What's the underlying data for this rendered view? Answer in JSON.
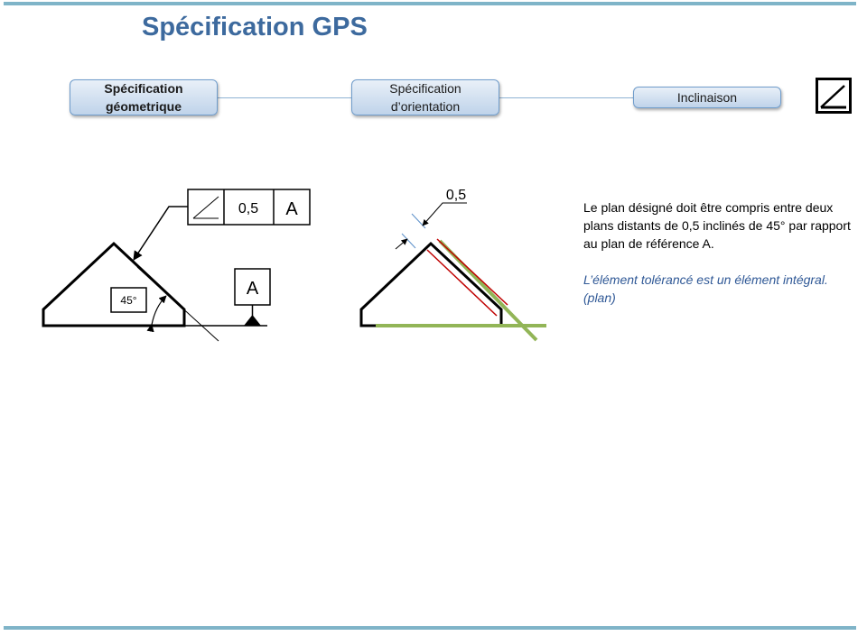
{
  "header": {
    "title": "Spécification GPS"
  },
  "flow": {
    "nodes": [
      {
        "label": "Spécification\ngéometrique"
      },
      {
        "label": "Spécification\nd’orientation"
      },
      {
        "label": "Inclinaison"
      }
    ],
    "symbol_icon": "angularity-icon"
  },
  "left_drawing": {
    "frame": {
      "tolerance": "0,5",
      "datum": "A"
    },
    "datum_label": "A",
    "angle_label": "45°"
  },
  "right_drawing": {
    "tolerance_label": "0,5"
  },
  "colors": {
    "title": "#3d6a9e",
    "tolerance_zone": "#c00000",
    "datum_plane": "#92b557",
    "dim_line": "#5b8fc9",
    "note": "#2f5896"
  },
  "description": {
    "text": "Le plan désigné doit être compris entre deux plans distants de 0,5 inclinés de 45° par rapport au plan de référence  A.",
    "note": "L’élément tolérancé est un élément intégral. (plan)"
  }
}
